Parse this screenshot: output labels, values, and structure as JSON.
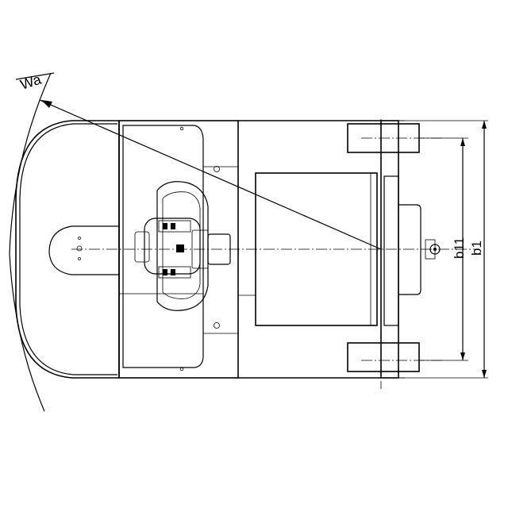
{
  "labels": {
    "turning_radius": "Wa",
    "inner_track_width": "b11",
    "overall_width": "b1"
  },
  "colors": {
    "line": "#000000",
    "background": "#ffffff"
  },
  "icons": {
    "control_panel": "joystick-control-icon",
    "tow_hitch": "tow-hitch-icon"
  }
}
